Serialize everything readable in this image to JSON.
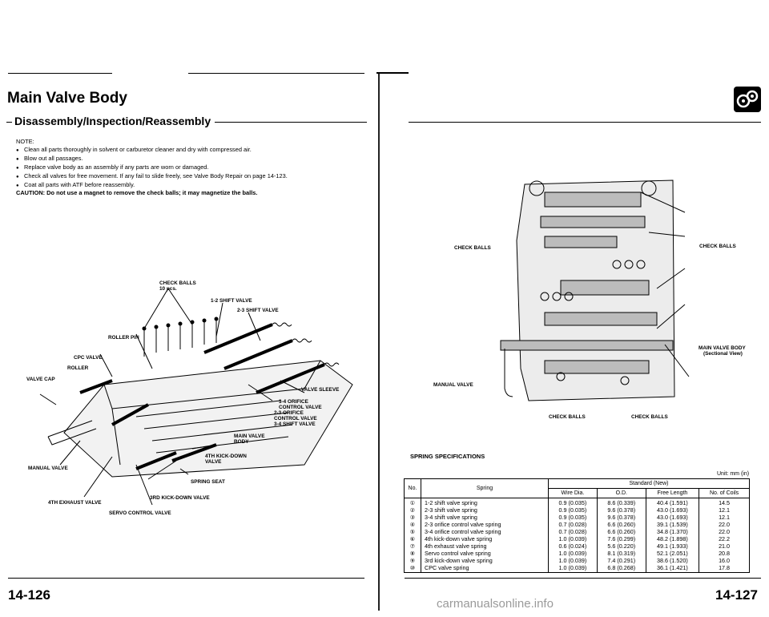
{
  "page": {
    "title": "Main Valve Body",
    "subtitle": "Disassembly/Inspection/Reassembly",
    "note_heading": "NOTE:",
    "notes": [
      "Clean all parts thoroughly in solvent or carburetor cleaner and dry with compressed air.",
      "Blow out all passages.",
      "Replace valve body as an assembly if any parts are worn or damaged.",
      "Check all valves for free movement. If any fail to slide freely, see Valve Body Repair on page 14-123.",
      "Coat all parts with ATF before reassembly."
    ],
    "caution": "CAUTION: Do not use a magnet to remove the check balls; it may magnetize the balls.",
    "left_page_number": "14-126",
    "right_page_number": "14-127",
    "watermark": "carmanualsonline.info"
  },
  "left_diagram": {
    "labels": {
      "check_balls": "CHECK BALLS",
      "check_balls_count": "10 pcs.",
      "shift_12": "1-2 SHIFT VALVE",
      "shift_23": "2-3 SHIFT VALVE",
      "roller_pin": "ROLLER PIN",
      "cpc_valve": "CPC VALVE",
      "roller": "ROLLER",
      "valve_cap": "VALVE CAP",
      "valve_sleeve": "VALVE SLEEVE",
      "orifice_34": "3-4 ORIFICE",
      "control_valve_a": "CONTROL VALVE",
      "orifice_23": "2-3 ORIFICE",
      "control_valve_b": "CONTROL VALVE",
      "shift_34": "3-4 SHIFT VALVE",
      "main_valve": "MAIN VALVE",
      "body": "BODY",
      "kickdown_4th": "4TH KICK-DOWN",
      "valve": "VALVE",
      "spring_seat": "SPRING SEAT",
      "manual_valve": "MANUAL VALVE",
      "exhaust_4th": "4TH EXHAUST VALVE",
      "kickdown_3rd": "3RD KICK-DOWN VALVE",
      "servo_control": "SERVO CONTROL VALVE"
    }
  },
  "right_diagram": {
    "labels": {
      "check_balls_left": "CHECK BALLS",
      "check_balls_right": "CHECK BALLS",
      "main_valve_body": "MAIN VALVE BODY",
      "sectional_view": "(Sectional View)",
      "manual_valve": "MANUAL VALVE",
      "check_balls_bottom_left": "CHECK BALLS",
      "check_balls_bottom_right": "CHECK BALLS"
    }
  },
  "spec": {
    "title": "SPRING SPECIFICATIONS",
    "unit": "Unit: mm (in)",
    "headers": {
      "no": "No.",
      "spring": "Spring",
      "standard": "Standard (New)",
      "wire": "Wire Dia.",
      "od": "O.D.",
      "free_length": "Free Length",
      "coils": "No. of Coils"
    },
    "rows": [
      {
        "no": "①",
        "spring": "1-2 shift valve spring",
        "wire": "0.9 (0.035)",
        "od": "8.6 (0.339)",
        "free": "40.4 (1.591)",
        "coils": "14.5"
      },
      {
        "no": "②",
        "spring": "2-3 shift valve spring",
        "wire": "0.9 (0.035)",
        "od": "9.6 (0.378)",
        "free": "43.0 (1.693)",
        "coils": "12.1"
      },
      {
        "no": "③",
        "spring": "3-4 shift valve spring",
        "wire": "0.9 (0.035)",
        "od": "9.6 (0.378)",
        "free": "43.0 (1.693)",
        "coils": "12.1"
      },
      {
        "no": "④",
        "spring": "2-3 orifice control valve spring",
        "wire": "0.7 (0.028)",
        "od": "6.6 (0.260)",
        "free": "39.1 (1.539)",
        "coils": "22.0"
      },
      {
        "no": "⑤",
        "spring": "3-4 orifice control valve spring",
        "wire": "0.7 (0.028)",
        "od": "6.6 (0.260)",
        "free": "34.8 (1.370)",
        "coils": "22.0"
      },
      {
        "no": "⑥",
        "spring": "4th kick-down valve spring",
        "wire": "1.0 (0.039)",
        "od": "7.6 (0.299)",
        "free": "48.2 (1.898)",
        "coils": "22.2"
      },
      {
        "no": "⑦",
        "spring": "4th exhaust valve spring",
        "wire": "0.6 (0.024)",
        "od": "5.6 (0.220)",
        "free": "49.1 (1.933)",
        "coils": "21.0"
      },
      {
        "no": "⑧",
        "spring": "Servo control valve spring",
        "wire": "1.0 (0.039)",
        "od": "8.1 (0.319)",
        "free": "52.1 (2.051)",
        "coils": "20.8"
      },
      {
        "no": "⑨",
        "spring": "3rd kick-down valve spring",
        "wire": "1.0 (0.039)",
        "od": "7.4 (0.291)",
        "free": "38.6 (1.520)",
        "coils": "16.0"
      },
      {
        "no": "⑩",
        "spring": "CPC valve spring",
        "wire": "1.0 (0.039)",
        "od": "6.8 (0.268)",
        "free": "36.1 (1.421)",
        "coils": "17.8"
      }
    ]
  }
}
